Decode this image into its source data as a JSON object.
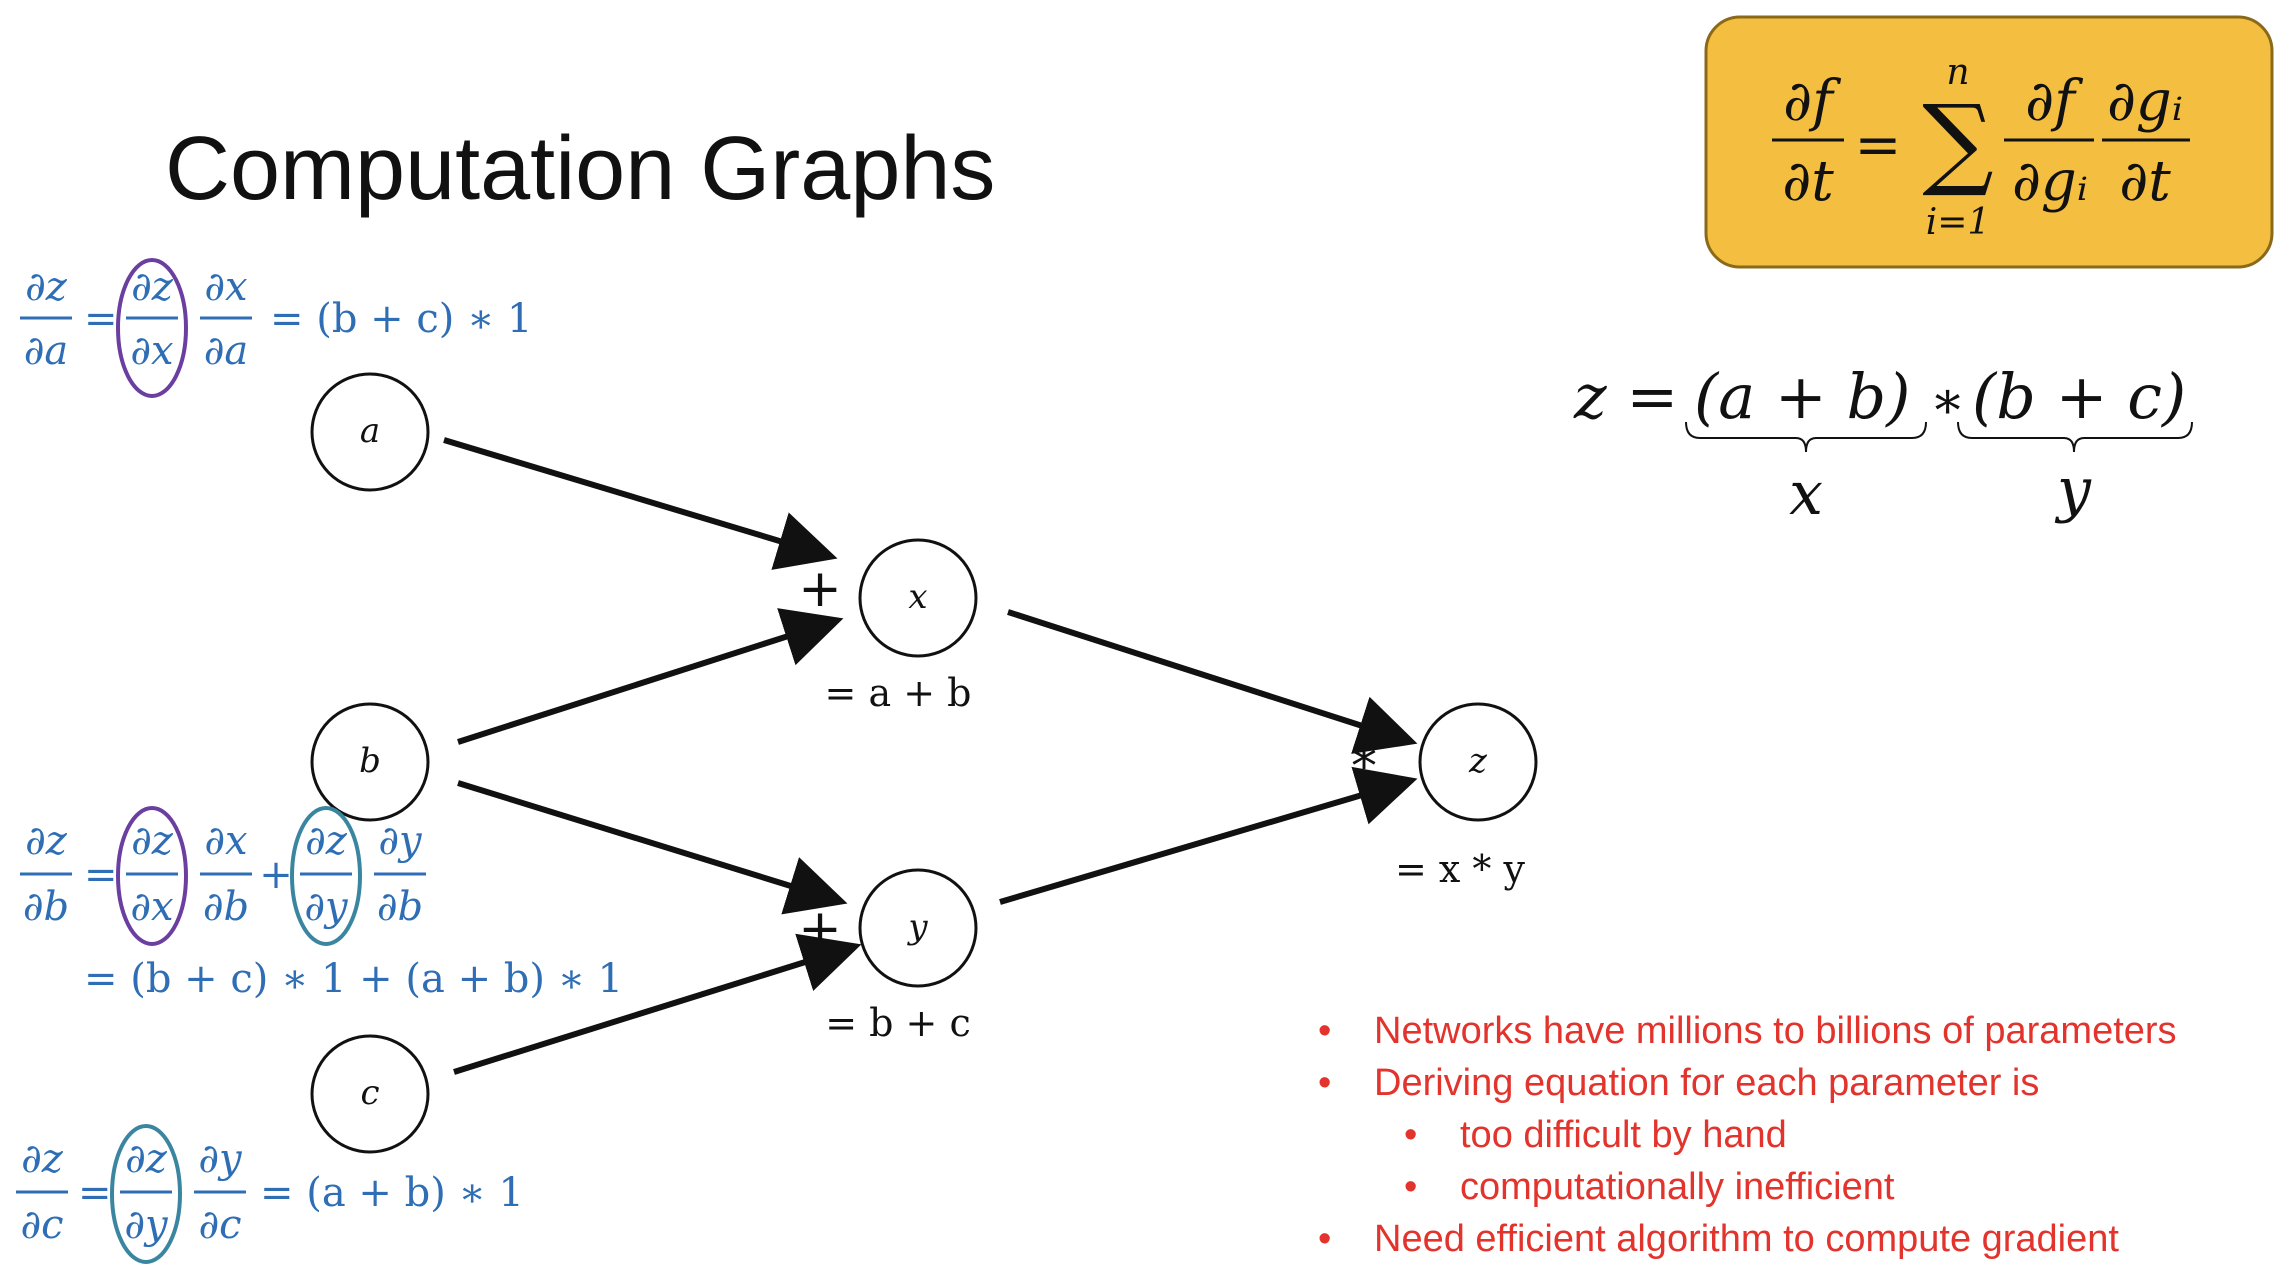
{
  "title": "Computation Graphs",
  "nodes": {
    "a": "a",
    "b": "b",
    "c": "c",
    "x": "x",
    "y": "y",
    "z": "z"
  },
  "ops": {
    "x_op": "+",
    "y_op": "+",
    "z_op": "*"
  },
  "node_equations": {
    "x": "= a + b",
    "y": "= b + c",
    "z": "= x * y"
  },
  "formula_box": {
    "numerator_left": "∂f",
    "denominator_left": "∂t",
    "equals": "=",
    "sum": "∑",
    "sum_upper": "n",
    "sum_lower": "i=1",
    "frac1_num": "∂f",
    "frac1_den": "∂gᵢ",
    "frac2_num": "∂gᵢ",
    "frac2_den": "∂t",
    "bg_color": "#f4bf40"
  },
  "z_definition": {
    "lhs": "z =",
    "left_term": "(a + b)",
    "op": "∗",
    "right_term": "(b + c)",
    "left_brace_label": "x",
    "right_brace_label": "y"
  },
  "deriv_a": {
    "lhs_num": "∂z",
    "lhs_den": "∂a",
    "t1_num": "∂z",
    "t1_den": "∂x",
    "t2_num": "∂x",
    "t2_den": "∂a",
    "result": "= (b + c)  ∗ 1"
  },
  "deriv_b": {
    "lhs_num": "∂z",
    "lhs_den": "∂b",
    "t1_num": "∂z",
    "t1_den": "∂x",
    "t2_num": "∂x",
    "t2_den": "∂b",
    "plus": "+",
    "t3_num": "∂z",
    "t3_den": "∂y",
    "t4_num": "∂y",
    "t4_den": "∂b",
    "result": "= (b + c)  ∗ 1 + (a + b) ∗ 1"
  },
  "deriv_c": {
    "lhs_num": "∂z",
    "lhs_den": "∂c",
    "t1_num": "∂z",
    "t1_den": "∂y",
    "t2_num": "∂y",
    "t2_den": "∂c",
    "result": "= (a + b)  ∗ 1"
  },
  "colors": {
    "text_blue": "#2f6eb4",
    "ellipse_purple": "#6b3fa0",
    "ellipse_teal": "#3a86a0",
    "bullet_red": "#e2332c"
  },
  "bullets": [
    {
      "text": "Networks have millions to billions of parameters",
      "level": 1
    },
    {
      "text": "Deriving equation for each parameter is",
      "level": 1
    },
    {
      "text": "too difficult by hand",
      "level": 2
    },
    {
      "text": "computationally inefficient",
      "level": 2
    },
    {
      "text": "Need efficient algorithm to compute gradient",
      "level": 1
    }
  ]
}
